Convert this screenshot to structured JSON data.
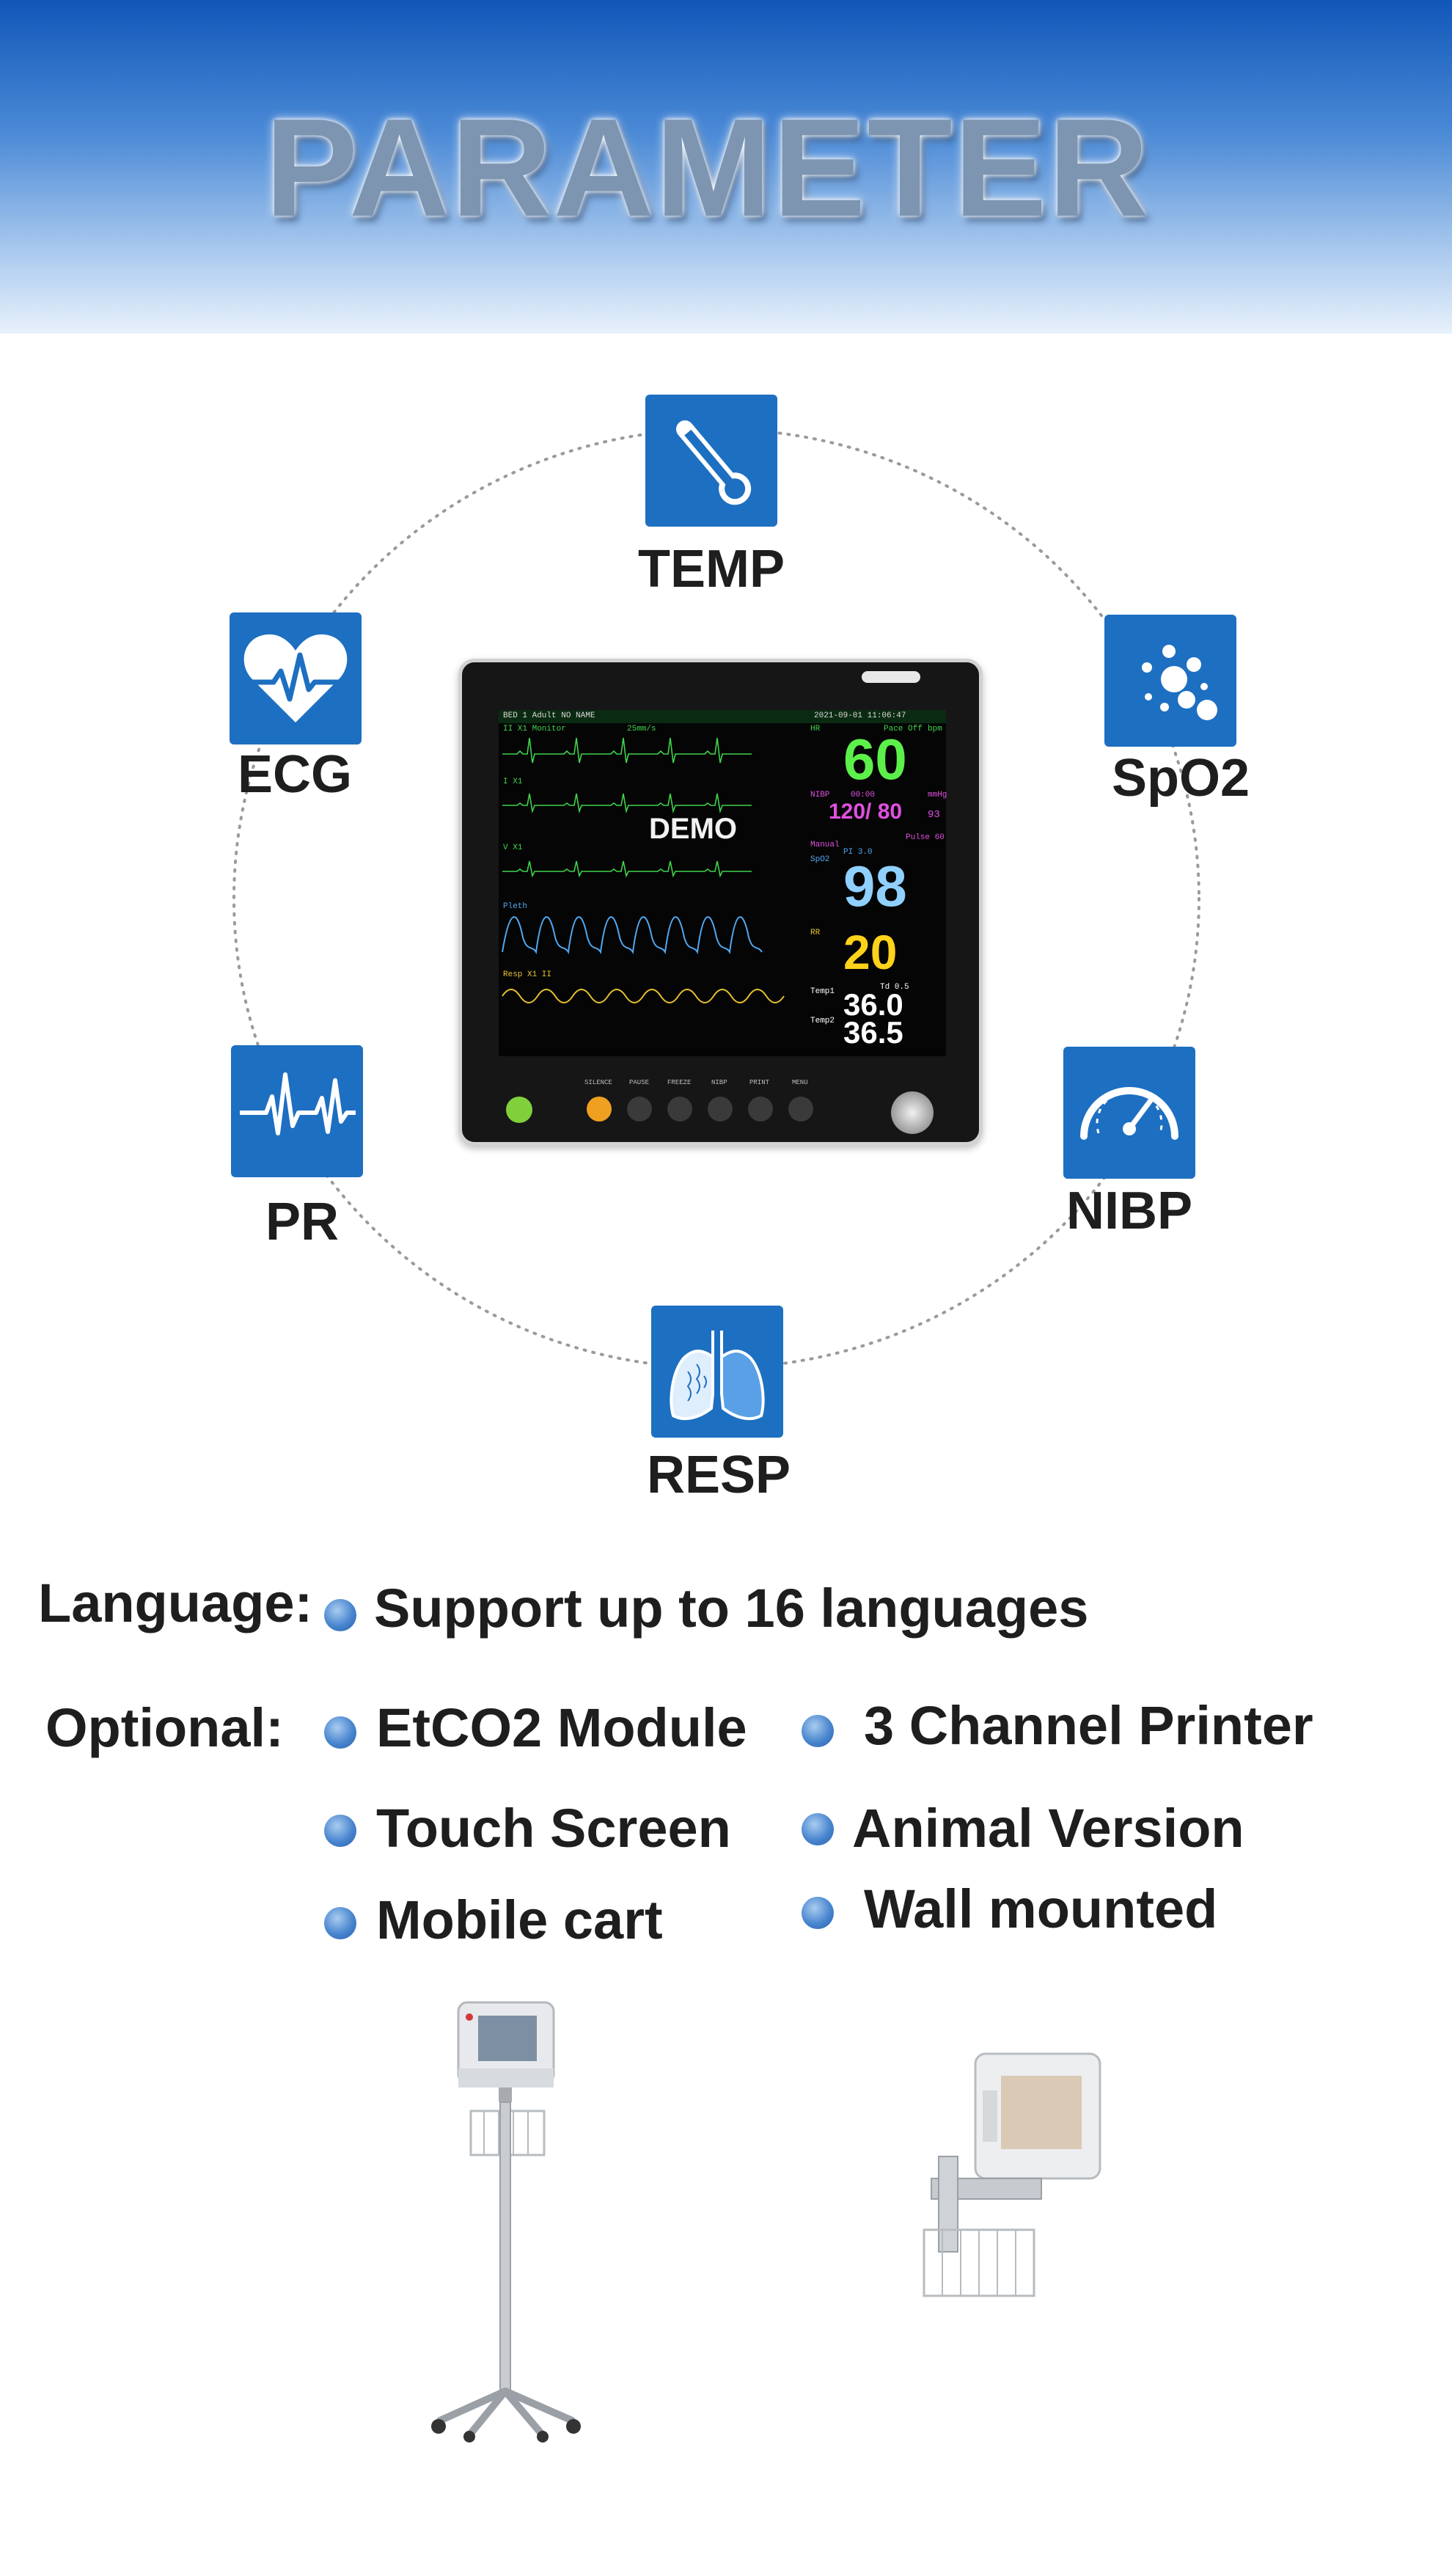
{
  "header": {
    "title": "PARAMETER"
  },
  "parameters": {
    "temp": {
      "label": "TEMP",
      "icon": "thermometer-icon"
    },
    "ecg": {
      "label": "ECG",
      "icon": "heart-ecg-icon"
    },
    "spo2": {
      "label": "SpO2",
      "icon": "bubbles-icon"
    },
    "pr": {
      "label": "PR",
      "icon": "pulse-wave-icon"
    },
    "nibp": {
      "label": "NIBP",
      "icon": "gauge-icon"
    },
    "resp": {
      "label": "RESP",
      "icon": "lungs-icon"
    }
  },
  "monitor": {
    "header_left": "BED 1  Adult  NO NAME",
    "header_right": "2021-09-01 11:06:47",
    "lead1": "II   X1    Monitor",
    "speed": "25mm/s",
    "lead2": "I   X1",
    "lead3": "V   X1",
    "pleth": "Pleth",
    "resp": "Resp   X1    II",
    "demo": "DEMO",
    "hr_label": "HR",
    "pace": "Pace Off",
    "bpm": "bpm",
    "hr_value": "60",
    "nibp_label": "NIBP",
    "nibp_time": "00:00",
    "mmhg": "mmHg",
    "nibp_value": "120/ 80",
    "nibp_mean": "93",
    "manual": "Manual",
    "pulse": "Pulse 60",
    "spo2_label": "SpO2",
    "pi": "PI 3.0",
    "spo2_value": "98",
    "rr_label": "RR",
    "rr_value": "20",
    "temp1_label": "Temp1",
    "td": "Td 0.5",
    "temp1_value": "36.0",
    "temp2_label": "Temp2",
    "temp2_value": "36.5",
    "buttons": [
      "SILENCE",
      "PAUSE",
      "FREEZE",
      "NIBP",
      "PRINT",
      "MENU"
    ]
  },
  "features": {
    "language_label": "Language:",
    "language_value": "Support up to 16 languages",
    "optional_label": "Optional:",
    "optional_left": [
      "EtCO2 Module",
      "Touch Screen",
      "Mobile cart"
    ],
    "optional_right": [
      "3 Channel Printer",
      "Animal Version",
      "Wall mounted"
    ]
  },
  "colors": {
    "icon_blue": "#1d6fc1",
    "bullet_blue": "#4a86cf"
  }
}
